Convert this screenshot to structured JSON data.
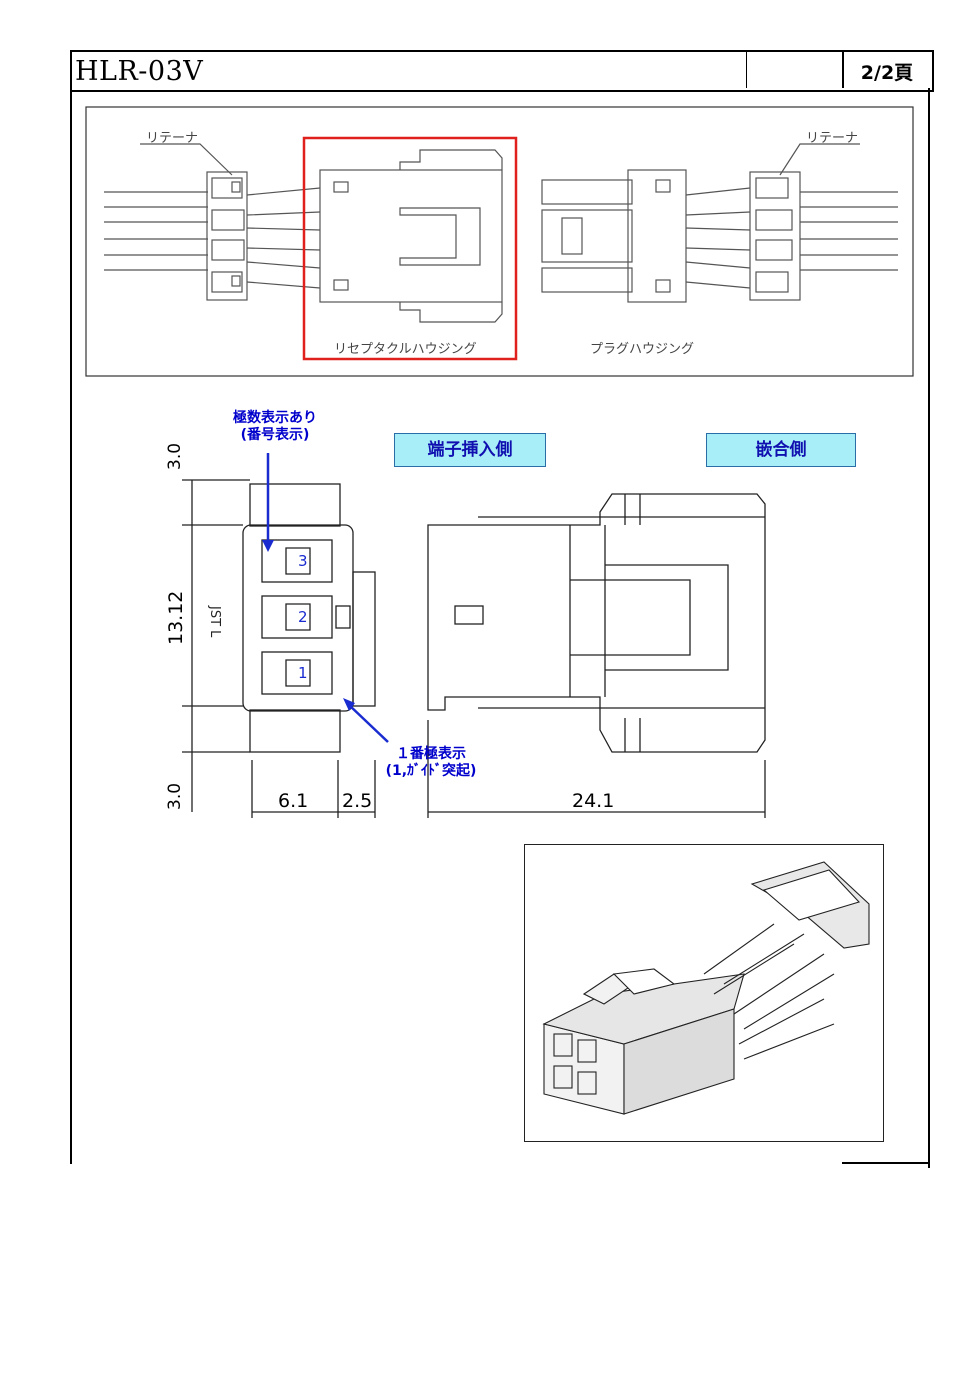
{
  "header": {
    "part_number": "HLR-03V",
    "page": "2/2頁"
  },
  "top_view": {
    "retainer_left": "リテーナ",
    "retainer_right": "リテーナ",
    "receptacle_housing": "リセプタクルハウジング",
    "plug_housing": "プラグハウジング"
  },
  "views": {
    "terminal_side": "端子挿入側",
    "mating_side": "嵌合側"
  },
  "callouts": {
    "pole_display_line1": "極数表示あり",
    "pole_display_line2": "(番号表示)",
    "pin1_line1": "１番極表示",
    "pin1_line2": "(1,ｶﾞｲﾄﾞ突起)"
  },
  "pin_numbers": [
    "3",
    "2",
    "1"
  ],
  "housing_marking": "JST L",
  "dimensions": {
    "top_height": "3.0",
    "main_height": "13.12",
    "bottom_height": "3.0",
    "width": "6.1",
    "guide": "2.5",
    "length": "24.1"
  },
  "colors": {
    "highlight_frame": "#e0201c",
    "callout_text": "#0000cc",
    "label_bg": "#a8eef8"
  }
}
